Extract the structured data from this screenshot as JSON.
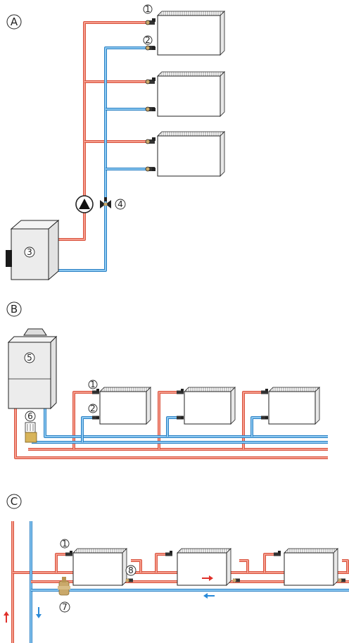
{
  "colors": {
    "supply": "#f08070",
    "supply_dark": "#d9543f",
    "return": "#5aa9e0",
    "return_dark": "#2a80c4",
    "outline": "#222222",
    "arrow_red": "#e0302a",
    "arrow_blue": "#2a8ad8",
    "valve_brass": "#c9a86a"
  },
  "sections": {
    "a": {
      "label": "A"
    },
    "b": {
      "label": "B"
    },
    "c": {
      "label": "C"
    }
  },
  "callouts": {
    "n1": "1",
    "n2": "2",
    "n3": "3",
    "n4": "4",
    "n5": "5",
    "n6": "6",
    "n7": "7",
    "n8": "8"
  },
  "icons": [
    "radiator-icon",
    "boiler-icon",
    "wall-boiler-icon",
    "circulation-pump-icon",
    "valve-icon",
    "flow-arrow-icon"
  ]
}
